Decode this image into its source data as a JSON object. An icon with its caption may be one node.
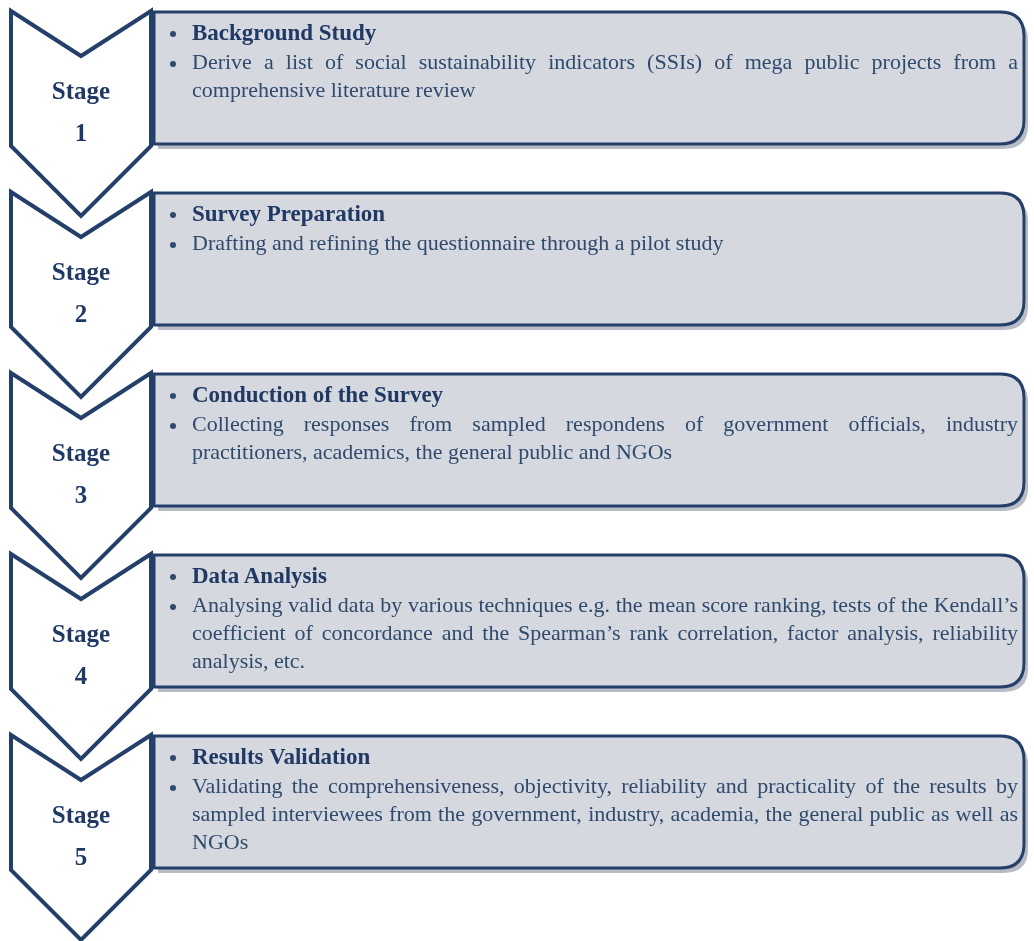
{
  "diagram": {
    "nodes": [
      {
        "text": [
          "Stage 1"
        ]
      },
      {
        "text": [
          "Background Study",
          "Derive a list of social sustainability indicators (SSIs) of mega public projects from a comprehensive literature review"
        ]
      },
      {
        "text": [
          "Stage 2"
        ]
      },
      {
        "text": [
          "Survey Preparation",
          "Drafting and refining the questionnaire through a pilot study"
        ]
      },
      {
        "text": [
          "Stage 3"
        ]
      },
      {
        "text": [
          "Conduction of the Survey",
          "Collecting responses from sampled respondens of government officials, industry practitioners, academics, the general public and NGOs"
        ]
      },
      {
        "text": [
          "Stage 4"
        ]
      },
      {
        "text": [
          "Data Analysis",
          "Analysing valid data by various techniques e.g. the mean score ranking, tests of the Kendall’s coefficient of concordance and the Spearman’s rank correlation, factor analysis, reliability analysis, etc."
        ]
      },
      {
        "text": [
          "Stage 5"
        ]
      },
      {
        "text": [
          "Results Validation",
          "Validating the comprehensiveness, objectivity, reliability and practicality of the results by sampled interviewees from the government, industry, academia, the general public as well as NGOs"
        ]
      }
    ]
  }
}
